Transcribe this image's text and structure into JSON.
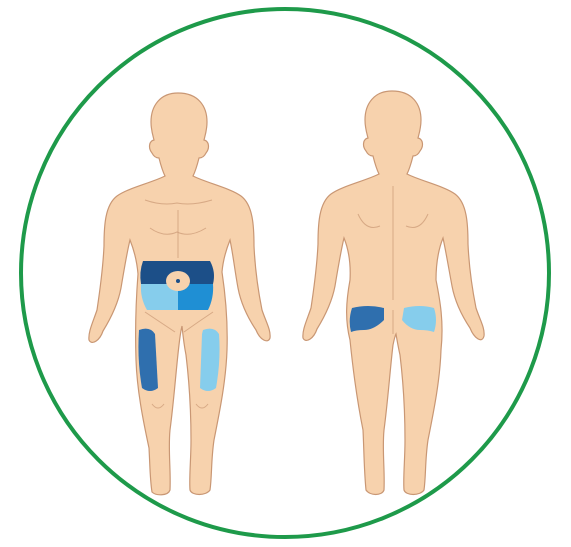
{
  "diagram": {
    "type": "injection-site-rotation-map",
    "figures": [
      {
        "view": "front",
        "zones": [
          "abdomen-upper-left",
          "abdomen-upper-right",
          "abdomen-lower-left",
          "abdomen-lower-right",
          "thigh-left",
          "thigh-right"
        ]
      },
      {
        "view": "back",
        "zones": [
          "buttock-left",
          "buttock-right"
        ]
      }
    ]
  },
  "colors": {
    "ring": "#1e9a4a",
    "skin": "#f7d2ad",
    "skin_outline": "#c99774",
    "zone_dark": "#1c4f88",
    "zone_mid": "#2f6fae",
    "zone_bright": "#1f8fd4",
    "zone_light": "#86cdec",
    "navel": "#f7d2ad"
  }
}
